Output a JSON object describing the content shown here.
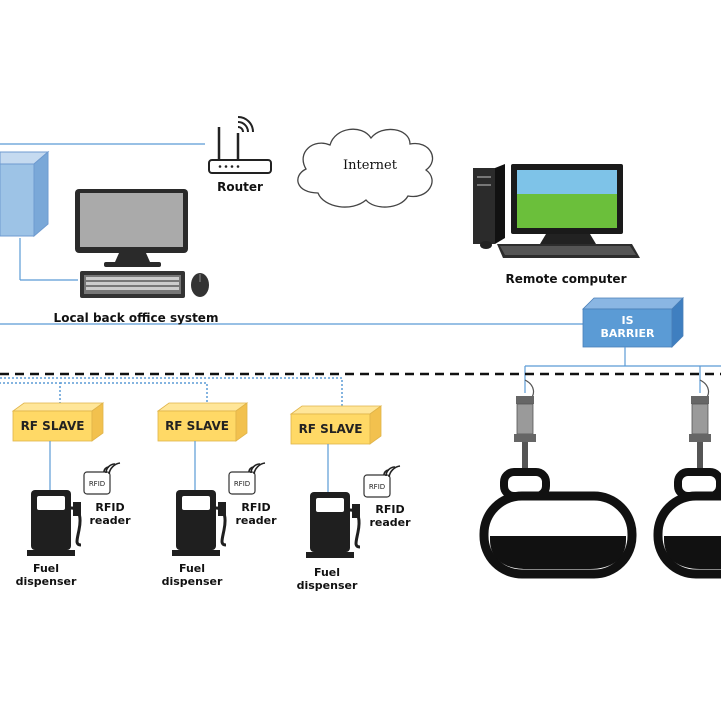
{
  "router": {
    "label": "Router"
  },
  "internet": {
    "label": "Internet"
  },
  "remote_computer": {
    "label": "Remote computer"
  },
  "back_office": {
    "label": "Local back office system"
  },
  "is_barrier": {
    "line1": "IS",
    "line2": "BARRIER"
  },
  "rf_slaves": [
    {
      "label": "RF SLAVE"
    },
    {
      "label": "RF SLAVE"
    },
    {
      "label": "RF SLAVE"
    }
  ],
  "rfid": {
    "tag": "RFID",
    "line1": "RFID",
    "line2": "reader"
  },
  "dispenser": {
    "line1": "Fuel",
    "line2": "dispenser"
  },
  "colors": {
    "line_blue": "#5b9bd5",
    "box_blue": "#9dc3e6",
    "barrier_blue": "#5b9bd5",
    "slave_yellow": "#ffd966",
    "dark": "#1f1f1f"
  }
}
